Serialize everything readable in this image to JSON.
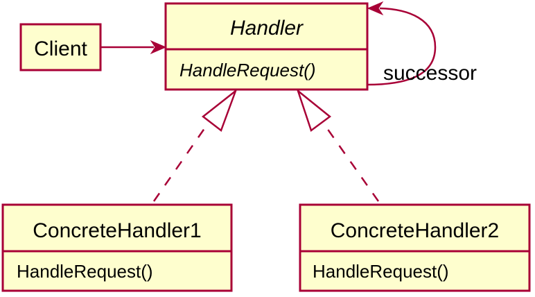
{
  "diagram": {
    "client": {
      "name": "Client"
    },
    "handler": {
      "name": "Handler",
      "method": "HandleRequest()"
    },
    "concrete1": {
      "name": "ConcreteHandler1",
      "method": "HandleRequest()"
    },
    "concrete2": {
      "name": "ConcreteHandler2",
      "method": "HandleRequest()"
    },
    "self_relation": {
      "label": "successor"
    }
  },
  "colors": {
    "border": "#A80036",
    "fill": "#FEFECE",
    "text": "#000000"
  }
}
